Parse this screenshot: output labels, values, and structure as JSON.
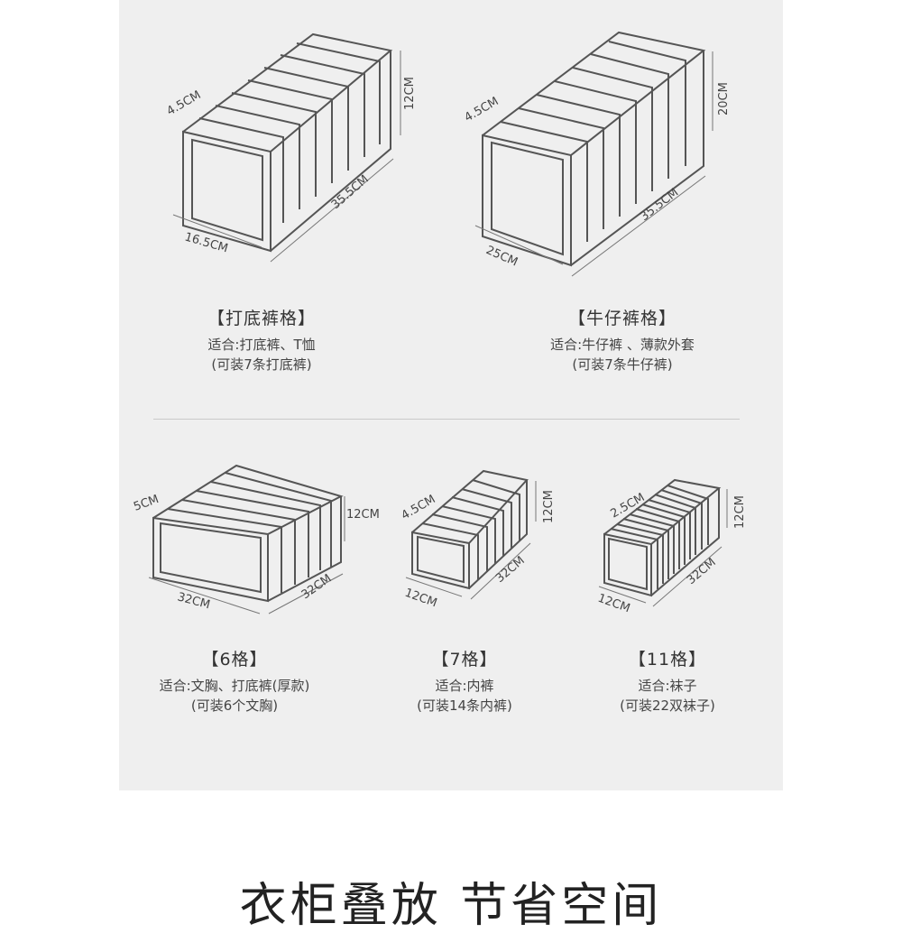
{
  "products": [
    {
      "id": "leggings",
      "title": "【打底裤格】",
      "suitable": "适合:打底裤、T恤",
      "capacity": "(可装7条打底裤)",
      "dims": {
        "width": "16.5CM",
        "length": "35.5CM",
        "height": "12CM",
        "slot": "4.5CM"
      }
    },
    {
      "id": "jeans",
      "title": "【牛仔裤格】",
      "suitable": "适合:牛仔裤 、薄款外套",
      "capacity": "(可装7条牛仔裤)",
      "dims": {
        "width": "25CM",
        "length": "35.5CM",
        "height": "20CM",
        "slot": "4.5CM"
      }
    },
    {
      "id": "six",
      "title": "【6格】",
      "suitable": "适合:文胸、打底裤(厚款)",
      "capacity": "(可装6个文胸)",
      "dims": {
        "width": "32CM",
        "length": "32CM",
        "height": "12CM",
        "slot": "5CM"
      }
    },
    {
      "id": "seven",
      "title": "【7格】",
      "suitable": "适合:内裤",
      "capacity": "(可装14条内裤)",
      "dims": {
        "width": "12CM",
        "length": "32CM",
        "height": "12CM",
        "slot": "4.5CM"
      }
    },
    {
      "id": "eleven",
      "title": "【11格】",
      "suitable": "适合:袜子",
      "capacity": "(可装22双袜子)",
      "dims": {
        "width": "12CM",
        "length": "32CM",
        "height": "12CM",
        "slot": "2.5CM"
      }
    }
  ],
  "footer": {
    "heading": "衣柜叠放 节省空间"
  }
}
